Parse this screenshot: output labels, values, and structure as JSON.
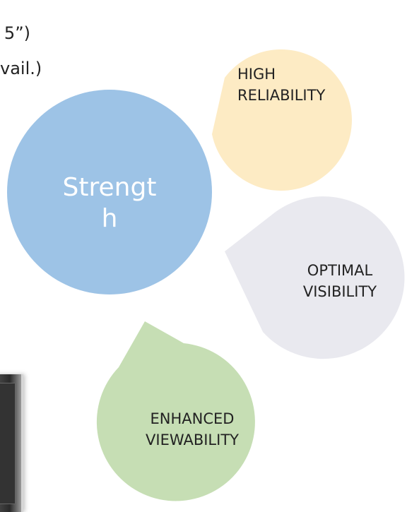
{
  "snippets": {
    "line1": "5”)",
    "line2": "vail.)"
  },
  "diagram": {
    "center": "Strength",
    "center_line1": "Strengt",
    "center_line2": "h",
    "petals": [
      {
        "line1": "HIGH",
        "line2": "RELIABILITY",
        "color": "#FDEBC4"
      },
      {
        "line1": "OPTIMAL",
        "line2": "VISIBILITY",
        "color": "#E9E9EF"
      },
      {
        "line1": "ENHANCED",
        "line2": "VIEWABILITY",
        "color": "#C6DEB4"
      }
    ],
    "center_color": "#9DC3E6"
  }
}
